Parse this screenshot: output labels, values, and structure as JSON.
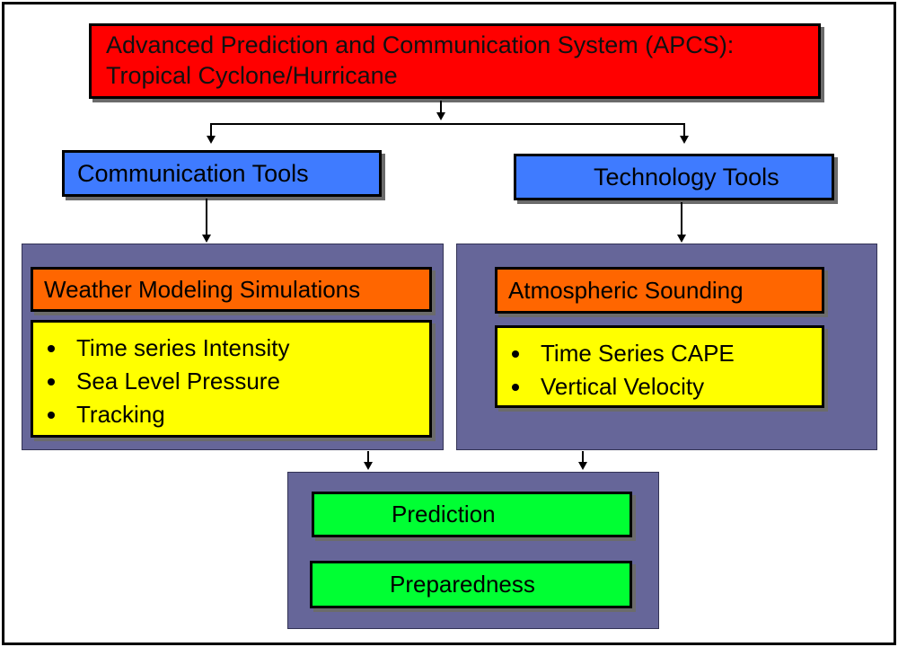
{
  "title": {
    "line1": "Advanced Prediction and Communication System (APCS):",
    "line2": "Tropical Cyclone/Hurricane"
  },
  "communication_tools": {
    "label": "Communication Tools",
    "panel_heading": "Weather Modeling Simulations",
    "items": [
      "Time series Intensity",
      "Sea Level Pressure",
      "Tracking"
    ]
  },
  "technology_tools": {
    "label": "Technology Tools",
    "panel_heading": "Atmospheric Sounding",
    "items": [
      "Time Series CAPE",
      "Vertical Velocity"
    ]
  },
  "outcomes": {
    "prediction": "Prediction",
    "preparedness": "Preparedness"
  },
  "colors": {
    "title_fill": "#ff0000",
    "tool_fill": "#3f7bff",
    "panel_fill": "#666699",
    "heading_fill": "#ff6600",
    "list_fill": "#ffff00",
    "outcome_fill": "#00ff33"
  }
}
